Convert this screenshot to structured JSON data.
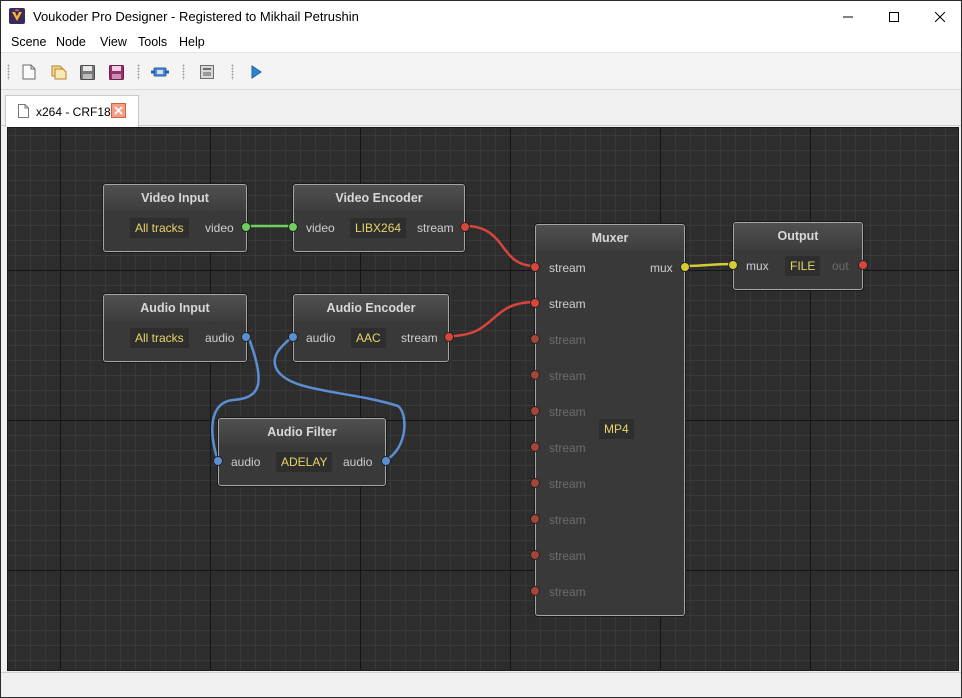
{
  "window": {
    "title": "Voukoder Pro Designer - Registered to Mikhail Petrushin"
  },
  "menu": [
    "Scene",
    "Node",
    "View",
    "Tools",
    "Help"
  ],
  "toolbar": {
    "buttons": [
      "new-document-icon",
      "open-icon",
      "save-icon",
      "save-as-icon",
      "settings-icon",
      "properties-icon",
      "run-icon"
    ]
  },
  "tabs": [
    {
      "label": "x264 - CRF18",
      "active": true
    }
  ],
  "colors": {
    "video_port": "#6fce5d",
    "stream_port": "#d8453b",
    "audio_port": "#5b8fd3",
    "mux_port": "#d7cb36",
    "value_text": "#e8d56a"
  },
  "nodes": {
    "video_input": {
      "title": "Video Input",
      "value": "All tracks",
      "outputs": [
        "video"
      ]
    },
    "video_encoder": {
      "title": "Video Encoder",
      "value": "LIBX264",
      "inputs": [
        "video"
      ],
      "outputs": [
        "stream"
      ]
    },
    "audio_input": {
      "title": "Audio Input",
      "value": "All tracks",
      "outputs": [
        "audio"
      ]
    },
    "audio_encoder": {
      "title": "Audio Encoder",
      "value": "AAC",
      "inputs": [
        "audio"
      ],
      "outputs": [
        "stream"
      ]
    },
    "audio_filter": {
      "title": "Audio Filter",
      "value": "ADELAY",
      "inputs": [
        "audio"
      ],
      "outputs": [
        "audio"
      ]
    },
    "muxer": {
      "title": "Muxer",
      "value": "MP4",
      "inputs": [
        "stream",
        "stream",
        "stream",
        "stream",
        "stream",
        "stream",
        "stream",
        "stream",
        "stream",
        "stream"
      ],
      "outputs": [
        "mux"
      ]
    },
    "output": {
      "title": "Output",
      "value": "FILE",
      "inputs": [
        "mux"
      ],
      "outputs": [
        "out"
      ]
    }
  }
}
